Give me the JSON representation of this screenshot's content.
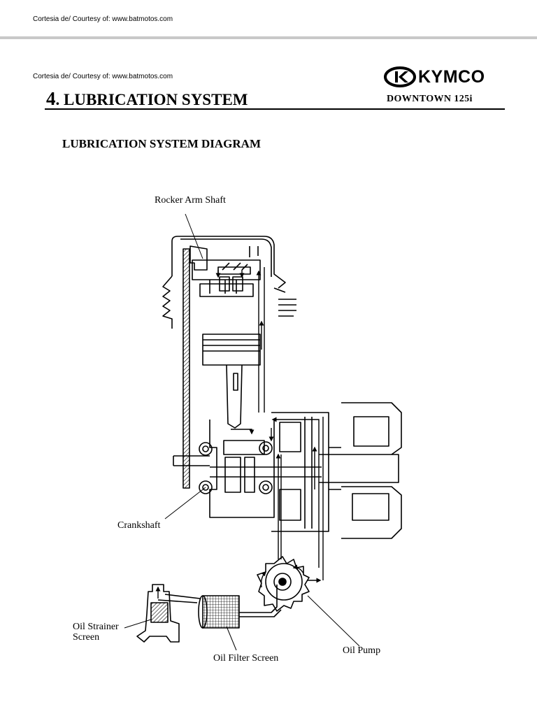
{
  "header": {
    "courtesy_top": "Cortesia de/ Courtesy of: www.batmotos.com",
    "courtesy_mid": "Cortesia de/ Courtesy of: www.batmotos.com",
    "brand": "KYMCO",
    "chapter_number": "4",
    "chapter_title": ". LUBRICATION SYSTEM",
    "model": "DOWNTOWN 125i"
  },
  "section": {
    "title": "LUBRICATION SYSTEM DIAGRAM"
  },
  "diagram": {
    "labels": {
      "rocker_arm_shaft": "Rocker Arm Shaft",
      "crankshaft": "Crankshaft",
      "oil_strainer_line1": "Oil Strainer",
      "oil_strainer_line2": "Screen",
      "oil_filter_screen": "Oil Filter Screen",
      "oil_pump": "Oil Pump"
    }
  }
}
